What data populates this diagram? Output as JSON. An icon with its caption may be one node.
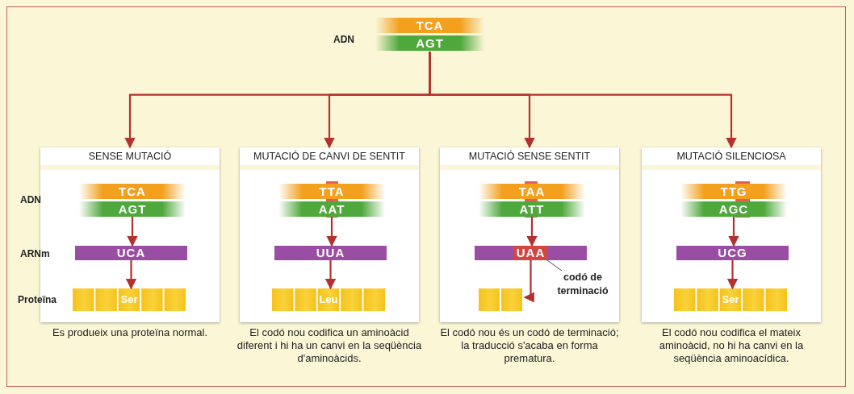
{
  "diagram": {
    "nodes": [
      {
        "text": [
          "TCA",
          "AGT"
        ],
        "beside": [
          "ADN"
        ]
      },
      {
        "text": [
          "SENSE MUTACIÓ"
        ],
        "beside": [
          "Es produeix una proteïna normal."
        ]
      },
      {
        "text": [
          "TCA",
          "AGT"
        ],
        "in": 1
      },
      {
        "text": [
          "UCA"
        ],
        "in": 1
      },
      {
        "text": [
          "Ser"
        ],
        "in": 1
      },
      {
        "text": [
          "MUTACIÓ DE CANVI DE SENTIT"
        ],
        "beside": [
          "El codó nou codifica un aminoàcid diferent i hi ha un canvi en la seqüència d'aminoàcids."
        ]
      },
      {
        "text": [
          "TTA",
          "AAT"
        ],
        "in": 5
      },
      {
        "text": [
          "UUA"
        ],
        "in": 5
      },
      {
        "text": [
          "Leu"
        ],
        "in": 5
      },
      {
        "text": [
          "MUTACIÓ SENSE SENTIT"
        ],
        "beside": [
          "El codó nou és un codó de terminació; la traducció s'acaba en forma prematura."
        ]
      },
      {
        "text": [
          "TAA",
          "ATT"
        ],
        "in": 9
      },
      {
        "text": [
          "UAA"
        ],
        "in": 9
      },
      {
        "text": [],
        "shape": "bar",
        "in": 9
      },
      {
        "text": [
          "codó de terminació"
        ],
        "in": 9
      },
      {
        "text": [
          "MUTACIÓ SILENCIOSA"
        ],
        "beside": [
          "El codó nou codifica el mateix aminoàcid, no hi ha canvi en la seqüència aminoacídica."
        ]
      },
      {
        "text": [
          "TTG",
          "AGC"
        ],
        "in": 14
      },
      {
        "text": [
          "UCG"
        ],
        "in": 14
      },
      {
        "text": [
          "Ser"
        ],
        "in": 14
      }
    ],
    "edges": [
      {
        "from": 0,
        "to": 1,
        "arrow": "to"
      },
      {
        "from": 0,
        "to": 5,
        "arrow": "to"
      },
      {
        "from": 0,
        "to": 9,
        "arrow": "to"
      },
      {
        "from": 0,
        "to": 14,
        "arrow": "to"
      },
      {
        "from": 2,
        "to": 3,
        "arrow": "to"
      },
      {
        "from": 3,
        "to": 4,
        "arrow": "to"
      },
      {
        "from": 6,
        "to": 7,
        "arrow": "to"
      },
      {
        "from": 7,
        "to": 8,
        "arrow": "to"
      },
      {
        "from": 10,
        "to": 11,
        "arrow": "to"
      },
      {
        "from": 11,
        "to": 12,
        "arrow": "to"
      },
      {
        "from": 13,
        "to": 11,
        "arrow": "none",
        "color": "#444444"
      },
      {
        "from": 15,
        "to": 16,
        "arrow": "to"
      },
      {
        "from": 16,
        "to": 17,
        "arrow": "to"
      }
    ],
    "labels": [
      "ADN",
      "ARNm",
      "Proteïna"
    ]
  }
}
